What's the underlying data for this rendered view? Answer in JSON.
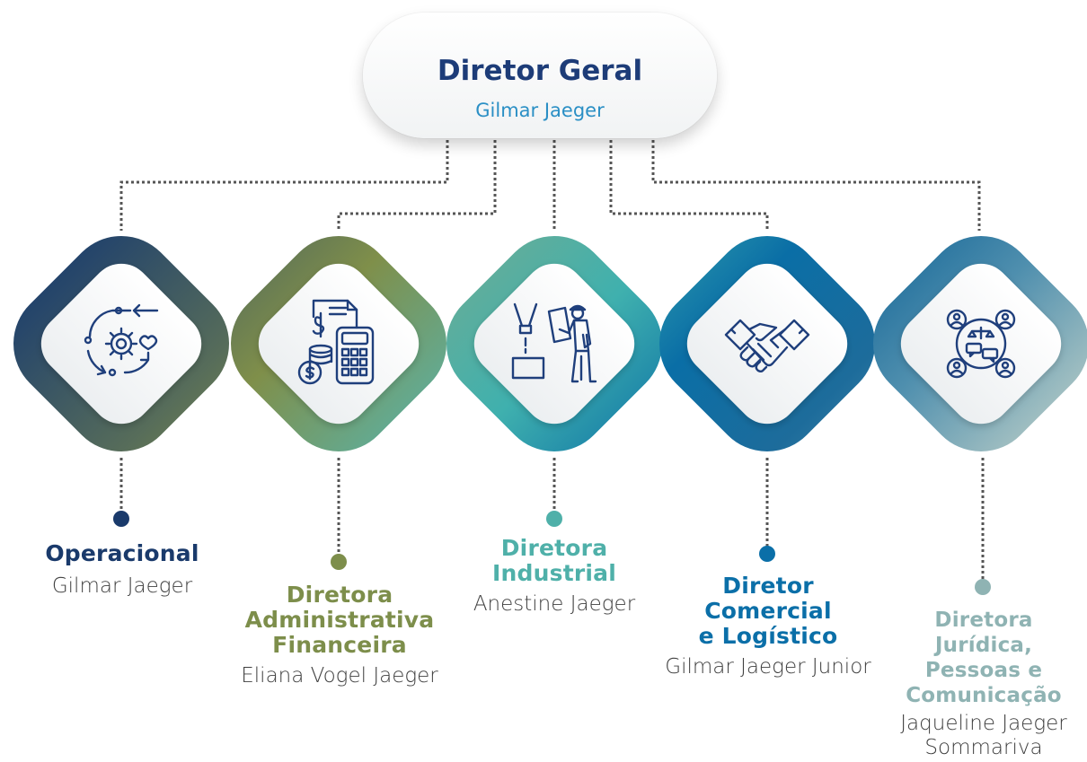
{
  "header": {
    "title": "Diretor Geral",
    "name": "Gilmar Jaeger"
  },
  "departments": [
    {
      "title": "Operacional",
      "name": "Gilmar Jaeger",
      "color": "#1a3a6b",
      "icon": "operations-cycle-gear-icon"
    },
    {
      "title": "Diretora Administrativa Financeira",
      "name": "Eliana Vogel Jaeger",
      "color": "#7d8e4b",
      "icon": "finance-calculator-coins-icon"
    },
    {
      "title": "Diretora Industrial",
      "name": "Anestine Jaeger",
      "color": "#4fb0a9",
      "icon": "industrial-worker-machine-icon"
    },
    {
      "title": "Diretor Comercial e Logístico",
      "name": "Gilmar Jaeger Junior",
      "color": "#0b6fa8",
      "icon": "handshake-icon"
    },
    {
      "title": "Diretora Jurídica, Pessoas e Comunicação",
      "name": "Jaqueline Jaeger Sommariva",
      "color": "#8fb3b3",
      "icon": "legal-people-communication-icon"
    }
  ],
  "colors": {
    "header_title": "#1d3c78",
    "header_name": "#2a8fc5",
    "connector": "#555555"
  }
}
